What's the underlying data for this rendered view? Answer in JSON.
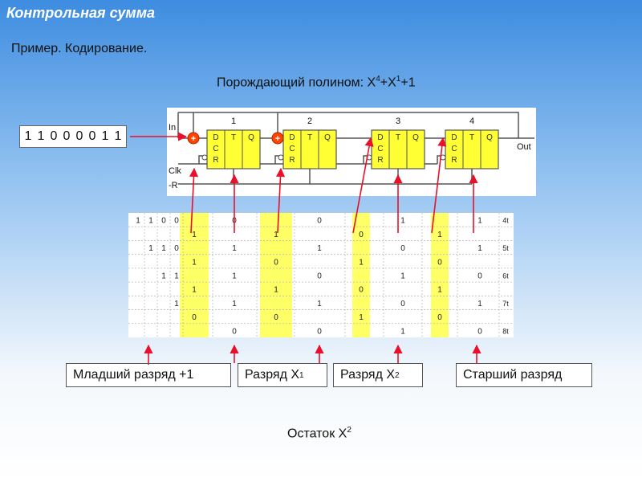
{
  "header": {
    "title": "Контрольная сумма"
  },
  "subtitle": "Пример. Кодирование.",
  "polynomial": {
    "prefix": "Порождающий полином: X",
    "exp1": "4",
    "mid": "+X",
    "exp2": "1",
    "suffix": "+1"
  },
  "input_sequence": [
    "1",
    "1",
    "0",
    "0",
    "0",
    "0",
    "1",
    "1"
  ],
  "circuit": {
    "stage_numbers": [
      "1",
      "2",
      "3",
      "4"
    ],
    "inputs": {
      "in": "In",
      "clk": "Clk",
      "reset": "-R"
    },
    "output": "Out",
    "flipflop_pins": {
      "d": "D",
      "c": "C",
      "r": "R",
      "t": "T",
      "q": "Q"
    },
    "adder_symbol": "+",
    "colors": {
      "flipflop": "#ffff33",
      "adder": "#ff4400",
      "wire": "#555555"
    }
  },
  "table": {
    "left_bits": [
      [
        "1",
        "1",
        "0",
        "0"
      ],
      [],
      [
        "",
        "1",
        "1",
        "0"
      ],
      [],
      [
        "",
        "",
        "1",
        "1"
      ],
      [],
      [
        "",
        "",
        "",
        "1"
      ],
      [],
      []
    ],
    "rows": [
      [
        "",
        "0",
        "",
        "0",
        "",
        "1",
        "",
        "1"
      ],
      [
        "1",
        "",
        "1",
        "",
        "0",
        "",
        "1",
        ""
      ],
      [
        "",
        "1",
        "",
        "1",
        "",
        "0",
        "",
        "1"
      ],
      [
        "1",
        "",
        "0",
        "",
        "1",
        "",
        "0",
        ""
      ],
      [
        "",
        "1",
        "",
        "0",
        "",
        "1",
        "",
        "0"
      ],
      [
        "1",
        "",
        "1",
        "",
        "0",
        "",
        "1",
        ""
      ],
      [
        "",
        "1",
        "",
        "1",
        "",
        "0",
        "",
        "1"
      ],
      [
        "0",
        "",
        "0",
        "",
        "1",
        "",
        "0",
        ""
      ],
      [
        "",
        "0",
        "",
        "0",
        "",
        "1",
        "",
        "0"
      ]
    ],
    "time_labels": [
      "4t",
      "",
      "5t",
      "",
      "6t",
      "",
      "7t",
      "",
      "8t"
    ],
    "highlight_color": "#ffff66"
  },
  "labels": {
    "lsb": "Младший разряд +1",
    "x1": {
      "text": "Разряд X",
      "exp": "1"
    },
    "x2": {
      "text": "Разряд X",
      "exp": "2"
    },
    "msb": "Старший разряд"
  },
  "remainder": {
    "text": "Остаток X",
    "exp": "2"
  },
  "arrow_color": "#e8102a"
}
